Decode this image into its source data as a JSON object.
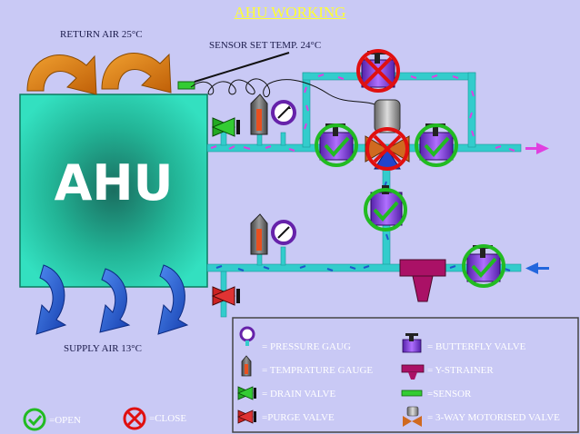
{
  "title": "AHU WORKING",
  "labels": {
    "return_air": "RETURN AIR 25°C",
    "sensor_set_temp": "SENSOR SET TEMP.  24°C",
    "ahu": "AHU",
    "supply_air": "SUPPLY AIR 13°C"
  },
  "legend": {
    "open": "=OPEN",
    "close": "=CLOSE",
    "pressure_gauge": "= PRESSURE GAUG",
    "temperature_gauge": "= TEMPRATURE GAUGE",
    "drain_valve": "= DRAIN VALVE",
    "purge_valve": "=PURGE VALVE",
    "butterfly_valve": "= BUTTERFLY VALVE",
    "y_strainer": "= Y-STRAINER",
    "sensor": "=SENSOR",
    "three_way_valve": "= 3-WAY MOTORISED VALVE"
  },
  "colors": {
    "background": "#c9c9f5",
    "ahu_box": "#2ad6b4",
    "pipe": "#33cccc",
    "title": "#ffff33",
    "open_mark": "#22bb22",
    "close_mark": "#e01010",
    "valve_body": "#8833cc",
    "strainer": "#aa1166",
    "sensor": "#33cc33",
    "supply_arrow": "#2266dd",
    "return_arrow": "#e88a10"
  }
}
